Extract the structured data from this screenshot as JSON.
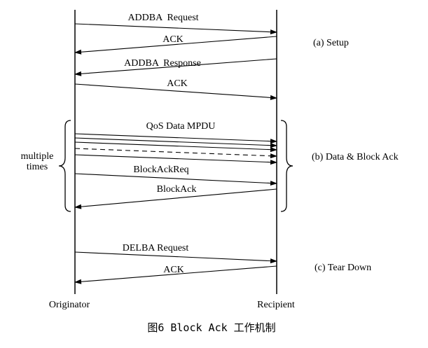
{
  "diagram": {
    "lifelines": {
      "originator": "Originator",
      "recipient": "Recipient"
    },
    "setup": {
      "label": "(a) Setup",
      "addba_request": "ADDBA  Request",
      "ack1": "ACK",
      "addba_response": "ADDBA  Response",
      "ack2": "ACK"
    },
    "data_block_ack": {
      "label": "(b) Data & Block Ack",
      "multiple_times": "multiple times",
      "qos_data_mpdu": "QoS Data MPDU",
      "block_ack_req": "BlockAckReq",
      "block_ack": "BlockAck"
    },
    "tear_down": {
      "label": "(c) Tear Down",
      "delba_request": "DELBA Request",
      "ack": "ACK"
    },
    "caption": "图6 Block Ack 工作机制"
  }
}
